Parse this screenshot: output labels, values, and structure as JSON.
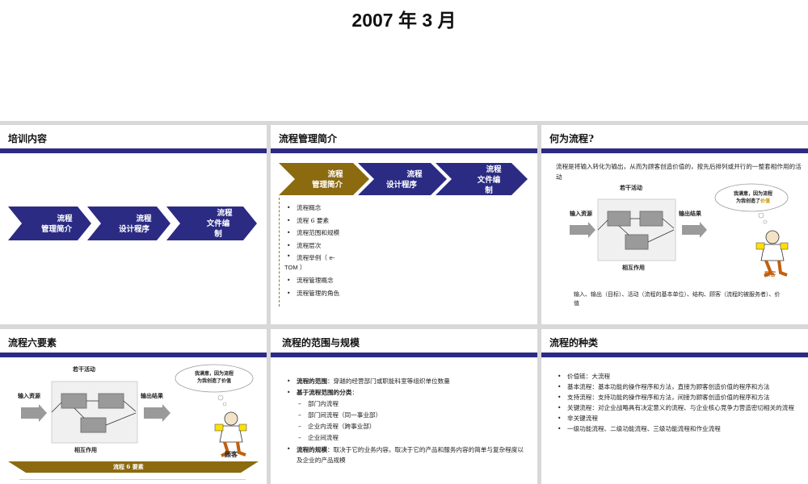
{
  "main_title": "2007 年 3 月",
  "slides": {
    "training": {
      "title": "培训内容",
      "steps": [
        {
          "line1": "流程",
          "line2": "管理简介",
          "line3": ""
        },
        {
          "line1": "流程",
          "line2": "设计程序",
          "line3": ""
        },
        {
          "line1": "流程",
          "line2": "文件编",
          "line3": "制"
        }
      ]
    },
    "intro": {
      "title": "流程管理简介",
      "steps": [
        {
          "line1": "流程",
          "line2": "管理简介",
          "line3": ""
        },
        {
          "line1": "流程",
          "line2": "设计程序",
          "line3": ""
        },
        {
          "line1": "流程",
          "line2": "文件编",
          "line3": "制"
        }
      ],
      "bullets": [
        "流程概念",
        "流程 6 要素",
        "流程范围和规模",
        "流程层次",
        "流程举例（ e-",
        "流程管理概念",
        "流程管理的角色"
      ],
      "bullet_wrap": "TOM ）",
      "colors": {
        "active": "#8b6a10",
        "inactive": "#2b2b84"
      }
    },
    "what": {
      "title": "何为流程?",
      "definition": "流程是将输入转化为输出，从而为顾客创造价值的，按先后排列或并行的一整套相作用的活动",
      "activities_label": "若干活动",
      "input_label": "输入资源",
      "output_label": "输出结果",
      "interaction_label": "相互作用",
      "bubble_line1": "我满意，因为流程",
      "bubble_line2a": "为我创造了",
      "bubble_line2b": "价值",
      "customer_label": "顾客",
      "footnote": "输入、输出（目标）、活动（流程的基本单位）、结构、顾客（流程的被服务者）、价值"
    },
    "six": {
      "title": "流程六要素",
      "activities_label": "若干活动",
      "input_label": "输入资源",
      "output_label": "输出结果",
      "interaction_label": "相互作用",
      "bubble_line1": "我满意，因为流程",
      "bubble_line2": "为我创造了价值",
      "customer_label": "顾客",
      "banner_label": "流程 6 要素"
    },
    "scope": {
      "title": "流程的范围与规模",
      "items": [
        {
          "type": "bullet",
          "label": "流程的范围",
          "text": "：穿越的经营部门或职能科室等组织单位数量"
        },
        {
          "type": "bullet",
          "label": "基于流程范围的分类",
          "text": "："
        },
        {
          "type": "sub",
          "label": "",
          "text": "部门内流程"
        },
        {
          "type": "sub",
          "label": "",
          "text": "部门间流程（同一事业部）"
        },
        {
          "type": "sub",
          "label": "",
          "text": "企业内流程（跨事业部）"
        },
        {
          "type": "sub",
          "label": "",
          "text": "企业间流程"
        },
        {
          "type": "bullet",
          "label": "流程的规模",
          "text": "：取决于它的业务内容。取决于它的产品和服务内容的简单与复杂程度以及企业的产品规模"
        }
      ]
    },
    "types": {
      "title": "流程的种类",
      "items": [
        "价值链：大流程",
        "基本流程：基本功能的操作程序和方法，直接为顾客创造价值的程序和方法",
        "支持流程：支持功能的操作程序和方法，间接为顾客创造价值的程序和方法",
        "关键流程：对企业战略具有决定意义的流程、与企业核心竞争力营造密切相关的流程",
        "非关键流程",
        "一级功能流程、二级功能流程、三级功能流程和作业流程"
      ]
    }
  }
}
